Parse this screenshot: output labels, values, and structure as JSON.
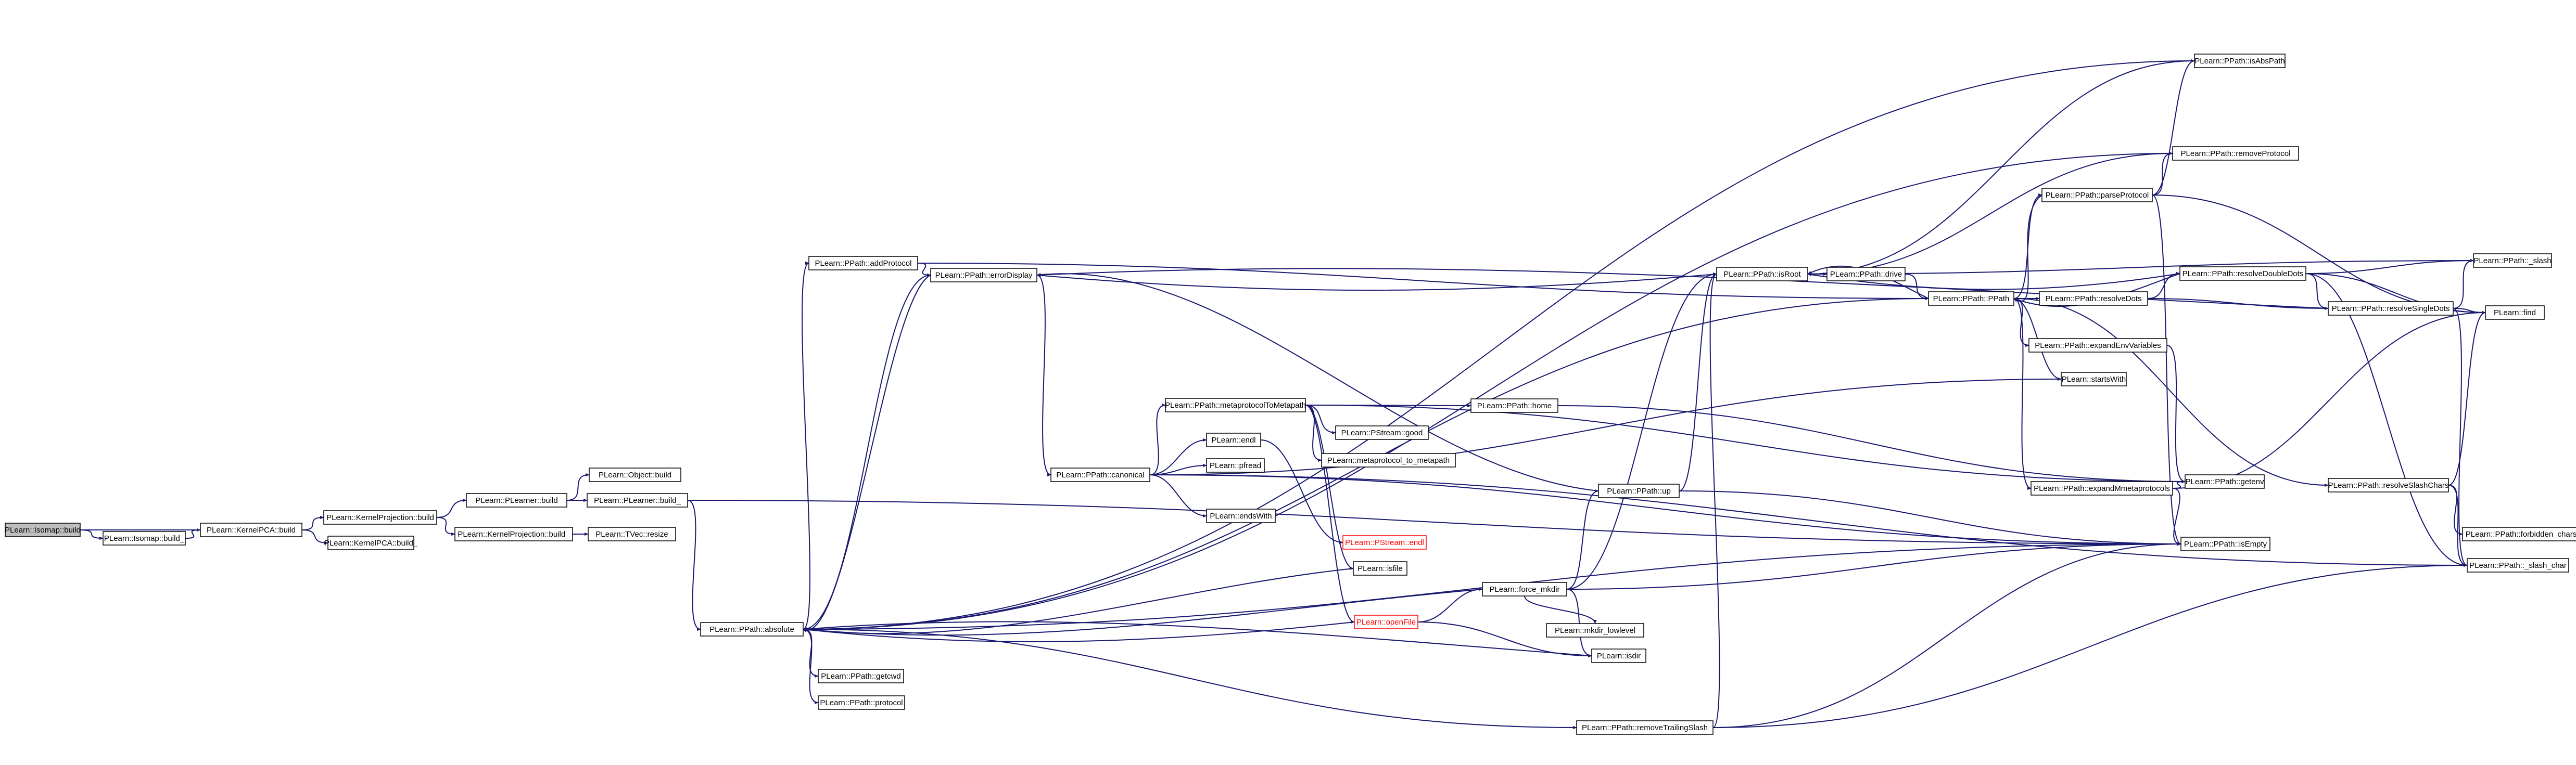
{
  "graph": {
    "style": {
      "edge_color": "#191970",
      "box_border": "#000000",
      "box_fill": "#ffffff",
      "root_fill": "#bfbfbf",
      "truncated_border": "#ff0000"
    },
    "nodes": [
      {
        "id": "isomap_build",
        "label": "PLearn::Isomap::build",
        "kind": "root"
      },
      {
        "id": "isomap_build_",
        "label": "PLearn::Isomap::build_",
        "kind": "normal"
      },
      {
        "id": "kpca_build",
        "label": "PLearn::KernelPCA::build",
        "kind": "normal"
      },
      {
        "id": "kproj_build",
        "label": "PLearn::KernelProjection::build",
        "kind": "normal"
      },
      {
        "id": "kpca_build_",
        "label": "PLearn::KernelPCA::build_",
        "kind": "normal"
      },
      {
        "id": "plearner_build",
        "label": "PLearn::PLearner::build",
        "kind": "normal"
      },
      {
        "id": "kproj_build_",
        "label": "PLearn::KernelProjection::build_",
        "kind": "normal"
      },
      {
        "id": "object_build",
        "label": "PLearn::Object::build",
        "kind": "normal"
      },
      {
        "id": "plearner_build_",
        "label": "PLearn::PLearner::build_",
        "kind": "normal"
      },
      {
        "id": "tvec_resize",
        "label": "PLearn::TVec::resize",
        "kind": "normal"
      },
      {
        "id": "absolute",
        "label": "PLearn::PPath::absolute",
        "kind": "normal"
      },
      {
        "id": "addprotocol",
        "label": "PLearn::PPath::addProtocol",
        "kind": "normal"
      },
      {
        "id": "errordisplay",
        "label": "PLearn::PPath::errorDisplay",
        "kind": "normal"
      },
      {
        "id": "canonical",
        "label": "PLearn::PPath::canonical",
        "kind": "normal"
      },
      {
        "id": "metaprotocol",
        "label": "PLearn::PPath::metaprotocolToMetapath",
        "kind": "normal"
      },
      {
        "id": "endl",
        "label": "PLearn::endl",
        "kind": "normal"
      },
      {
        "id": "pfread",
        "label": "PLearn::pfread",
        "kind": "normal"
      },
      {
        "id": "endswith",
        "label": "PLearn::endsWith",
        "kind": "normal"
      },
      {
        "id": "pstream_good",
        "label": "PLearn::PStream::good",
        "kind": "normal"
      },
      {
        "id": "mp_to_mp",
        "label": "PLearn::metaprotocol_to_metapath",
        "kind": "normal"
      },
      {
        "id": "pstream_endl",
        "label": "PLearn::PStream::endl",
        "kind": "truncated"
      },
      {
        "id": "isfile",
        "label": "PLearn::isfile",
        "kind": "normal"
      },
      {
        "id": "openfile",
        "label": "PLearn::openFile",
        "kind": "truncated"
      },
      {
        "id": "getcwd",
        "label": "PLearn::PPath::getcwd",
        "kind": "normal"
      },
      {
        "id": "protocol",
        "label": "PLearn::PPath::protocol",
        "kind": "normal"
      },
      {
        "id": "home",
        "label": "PLearn::PPath::home",
        "kind": "normal"
      },
      {
        "id": "up",
        "label": "PLearn::PPath::up",
        "kind": "normal"
      },
      {
        "id": "force_mkdir",
        "label": "PLearn::force_mkdir",
        "kind": "normal"
      },
      {
        "id": "mkdir_lowlevel",
        "label": "PLearn::mkdir_lowlevel",
        "kind": "normal"
      },
      {
        "id": "isdir",
        "label": "PLearn::isdir",
        "kind": "normal"
      },
      {
        "id": "removetrailing",
        "label": "PLearn::PPath::removeTrailingSlash",
        "kind": "normal"
      },
      {
        "id": "isroot",
        "label": "PLearn::PPath::isRoot",
        "kind": "normal"
      },
      {
        "id": "drive",
        "label": "PLearn::PPath::drive",
        "kind": "normal"
      },
      {
        "id": "ppath",
        "label": "PLearn::PPath::PPath",
        "kind": "normal"
      },
      {
        "id": "parseprotocol",
        "label": "PLearn::PPath::parseProtocol",
        "kind": "normal"
      },
      {
        "id": "resolvedots",
        "label": "PLearn::PPath::resolveDots",
        "kind": "normal"
      },
      {
        "id": "expandenv",
        "label": "PLearn::PPath::expandEnvVariables",
        "kind": "normal"
      },
      {
        "id": "startswith",
        "label": "PLearn::startsWith",
        "kind": "normal"
      },
      {
        "id": "expandmeta",
        "label": "PLearn::PPath::expandMmetaprotocols",
        "kind": "normal"
      },
      {
        "id": "isabspath",
        "label": "PLearn::PPath::isAbsPath",
        "kind": "normal"
      },
      {
        "id": "removeprotocol",
        "label": "PLearn::PPath::removeProtocol",
        "kind": "normal"
      },
      {
        "id": "resolvedouble",
        "label": "PLearn::PPath::resolveDoubleDots",
        "kind": "normal"
      },
      {
        "id": "resolvesingle",
        "label": "PLearn::PPath::resolveSingleDots",
        "kind": "normal"
      },
      {
        "id": "resolveslash",
        "label": "PLearn::PPath::resolveSlashChars",
        "kind": "normal"
      },
      {
        "id": "slash",
        "label": "PLearn::PPath::_slash",
        "kind": "normal"
      },
      {
        "id": "find",
        "label": "PLearn::find",
        "kind": "normal"
      },
      {
        "id": "getenv",
        "label": "PLearn::PPath::getenv",
        "kind": "normal"
      },
      {
        "id": "isempty",
        "label": "PLearn::PPath::isEmpty",
        "kind": "normal"
      },
      {
        "id": "forbidden",
        "label": "PLearn::PPath::forbidden_chars",
        "kind": "normal"
      },
      {
        "id": "slash_char",
        "label": "PLearn::PPath::_slash_char",
        "kind": "normal"
      }
    ],
    "edges": [
      [
        "isomap_build",
        "isomap_build_"
      ],
      [
        "isomap_build",
        "kpca_build"
      ],
      [
        "isomap_build_",
        "kpca_build"
      ],
      [
        "kpca_build",
        "kproj_build"
      ],
      [
        "kpca_build",
        "kpca_build_"
      ],
      [
        "kproj_build",
        "plearner_build"
      ],
      [
        "kproj_build",
        "kproj_build_"
      ],
      [
        "kproj_build_",
        "tvec_resize"
      ],
      [
        "plearner_build",
        "object_build"
      ],
      [
        "plearner_build",
        "plearner_build_"
      ],
      [
        "plearner_build_",
        "absolute"
      ],
      [
        "plearner_build_",
        "isempty"
      ],
      [
        "absolute",
        "addprotocol"
      ],
      [
        "absolute",
        "errordisplay"
      ],
      [
        "absolute",
        "isabspath"
      ],
      [
        "absolute",
        "ppath"
      ],
      [
        "absolute",
        "removeprotocol"
      ],
      [
        "absolute",
        "getcwd"
      ],
      [
        "absolute",
        "protocol"
      ],
      [
        "absolute",
        "removetrailing"
      ],
      [
        "absolute",
        "isempty"
      ],
      [
        "addprotocol",
        "errordisplay"
      ],
      [
        "addprotocol",
        "ppath"
      ],
      [
        "errordisplay",
        "canonical"
      ],
      [
        "errordisplay",
        "absolute"
      ],
      [
        "canonical",
        "metaprotocol"
      ],
      [
        "canonical",
        "endl"
      ],
      [
        "canonical",
        "pfread"
      ],
      [
        "canonical",
        "endswith"
      ],
      [
        "canonical",
        "startswith"
      ],
      [
        "canonical",
        "isempty"
      ],
      [
        "canonical",
        "slash_char"
      ],
      [
        "metaprotocol",
        "home"
      ],
      [
        "metaprotocol",
        "pstream_good"
      ],
      [
        "metaprotocol",
        "mp_to_mp"
      ],
      [
        "metaprotocol",
        "isfile"
      ],
      [
        "metaprotocol",
        "openfile"
      ],
      [
        "metaprotocol",
        "getenv"
      ],
      [
        "endl",
        "pstream_endl"
      ],
      [
        "isfile",
        "absolute"
      ],
      [
        "openfile",
        "absolute"
      ],
      [
        "openfile",
        "force_mkdir"
      ],
      [
        "openfile",
        "isdir"
      ],
      [
        "home",
        "getenv"
      ],
      [
        "force_mkdir",
        "absolute"
      ],
      [
        "force_mkdir",
        "up"
      ],
      [
        "force_mkdir",
        "mkdir_lowlevel"
      ],
      [
        "force_mkdir",
        "isdir"
      ],
      [
        "force_mkdir",
        "isroot"
      ],
      [
        "force_mkdir",
        "isempty"
      ],
      [
        "up",
        "isroot"
      ],
      [
        "up",
        "errordisplay"
      ],
      [
        "up",
        "isempty"
      ],
      [
        "isdir",
        "absolute"
      ],
      [
        "removetrailing",
        "isroot"
      ],
      [
        "removetrailing",
        "isempty"
      ],
      [
        "removetrailing",
        "slash_char"
      ],
      [
        "isroot",
        "drive"
      ],
      [
        "isroot",
        "isabspath"
      ],
      [
        "isroot",
        "removeprotocol"
      ],
      [
        "isroot",
        "slash"
      ],
      [
        "isroot",
        "errordisplay"
      ],
      [
        "drive",
        "ppath"
      ],
      [
        "ppath",
        "parseprotocol"
      ],
      [
        "ppath",
        "resolvedots"
      ],
      [
        "ppath",
        "expandenv"
      ],
      [
        "ppath",
        "startswith"
      ],
      [
        "ppath",
        "expandmeta"
      ],
      [
        "ppath",
        "resolveslash"
      ],
      [
        "ppath",
        "isroot"
      ],
      [
        "parseprotocol",
        "isabspath"
      ],
      [
        "parseprotocol",
        "removeprotocol"
      ],
      [
        "parseprotocol",
        "isempty"
      ],
      [
        "parseprotocol",
        "find"
      ],
      [
        "parseprotocol",
        "ppath"
      ],
      [
        "resolvedots",
        "resolvedouble"
      ],
      [
        "resolvedots",
        "resolvesingle"
      ],
      [
        "expandenv",
        "getenv"
      ],
      [
        "expandmeta",
        "getenv"
      ],
      [
        "expandmeta",
        "isempty"
      ],
      [
        "expandmeta",
        "find"
      ],
      [
        "resolvedouble",
        "slash"
      ],
      [
        "resolvedouble",
        "find"
      ],
      [
        "resolvedouble",
        "resolvesingle"
      ],
      [
        "resolvedouble",
        "slash_char"
      ],
      [
        "resolvedouble",
        "isroot"
      ],
      [
        "resolvedouble",
        "ppath"
      ],
      [
        "resolvesingle",
        "slash"
      ],
      [
        "resolvesingle",
        "find"
      ],
      [
        "resolvesingle",
        "slash_char"
      ],
      [
        "resolvesingle",
        "errordisplay"
      ],
      [
        "resolveslash",
        "forbidden"
      ],
      [
        "resolveslash",
        "slash_char"
      ],
      [
        "resolveslash",
        "find"
      ]
    ]
  }
}
